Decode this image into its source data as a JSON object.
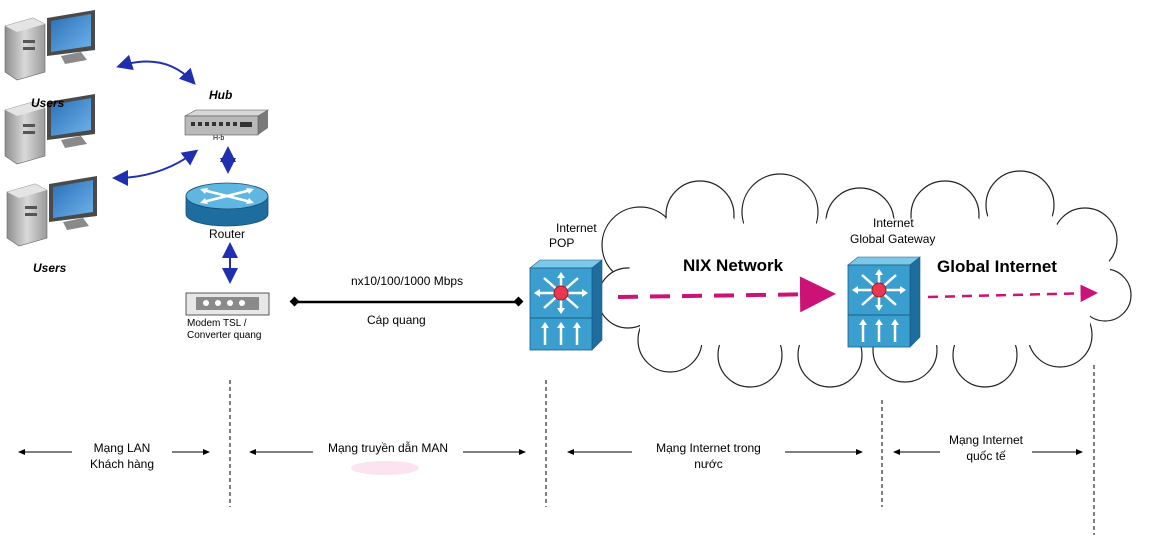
{
  "labels": {
    "users_top": "Users",
    "users_bottom": "Users",
    "hub": "Hub",
    "hub_tiny": "H-b",
    "router": "Router",
    "modem_line1": "Modem TSL /",
    "modem_line2": "Converter quang",
    "link_speed": "nx10/100/1000 Mbps",
    "link_medium": "Cáp quang",
    "pop_line1": "Internet",
    "pop_line2": "POP",
    "gateway_line1": "Internet",
    "gateway_line2": "Global  Gateway",
    "nix_network": "NIX Network",
    "global_internet": "Global Internet"
  },
  "segments": [
    {
      "line1": "Mạng LAN",
      "line2": "Khách hàng"
    },
    {
      "line1": "Mạng truyền dẫn MAN",
      "line2": ""
    },
    {
      "line1": "Mạng Internet trong",
      "line2": "nước"
    },
    {
      "line1": "Mạng Internet",
      "line2": "quốc tế"
    }
  ],
  "colors": {
    "blue_arrow": "#1f2fb0",
    "dashed_arrow": "#cc1177",
    "switch_blue": "#3a9fcf",
    "router_blue": "#2a8fc6",
    "cloud_stroke": "#222222"
  },
  "icons": [
    "user-computer-icon",
    "hub-icon",
    "router-icon",
    "modem-icon",
    "multilayer-switch-icon",
    "cloud-icon"
  ]
}
